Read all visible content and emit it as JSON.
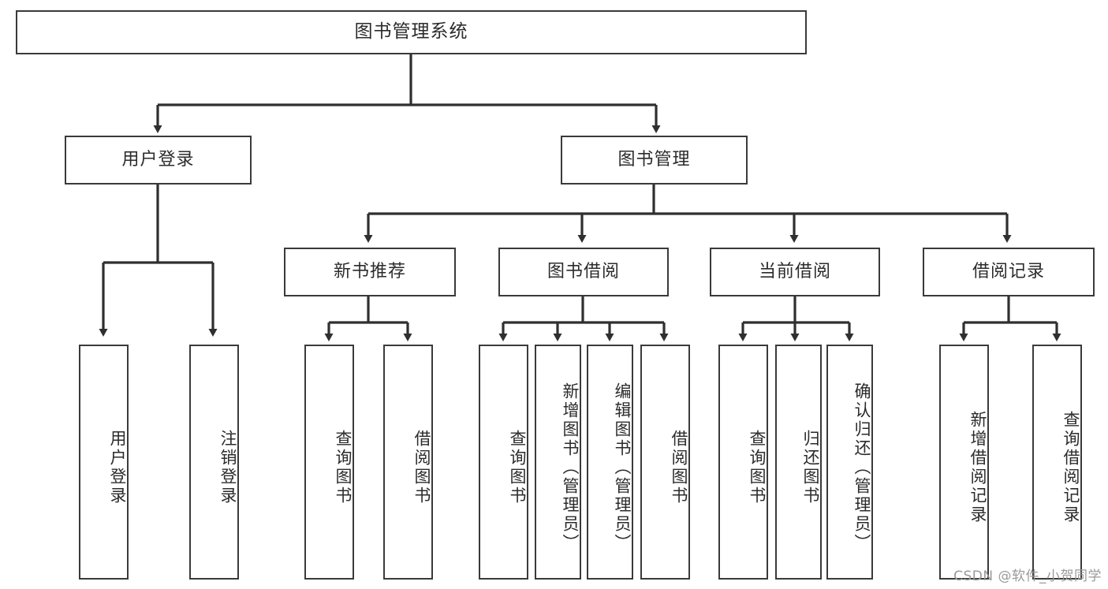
{
  "diagram": {
    "title": "图书管理系统",
    "type": "tree-hierarchy-diagram",
    "root": {
      "label": "图书管理系统"
    },
    "level1": [
      {
        "label": "用户登录"
      },
      {
        "label": "图书管理"
      }
    ],
    "level2": [
      {
        "label": "新书推荐"
      },
      {
        "label": "图书借阅"
      },
      {
        "label": "当前借阅"
      },
      {
        "label": "借阅记录"
      }
    ],
    "leaves": [
      {
        "label": "用户登录"
      },
      {
        "label": "注销登录"
      },
      {
        "label": "查询图书"
      },
      {
        "label": "借阅图书"
      },
      {
        "label": "查询图书"
      },
      {
        "label": "新增图书（管理员）"
      },
      {
        "label": "编辑图书（管理员）"
      },
      {
        "label": "借阅图书"
      },
      {
        "label": "查询图书"
      },
      {
        "label": "归还图书"
      },
      {
        "label": "确认归还（管理员）"
      },
      {
        "label": "新增借阅记录"
      },
      {
        "label": "查询借阅记录"
      }
    ]
  },
  "watermark": {
    "text": "CSDN @软件_小贺同学"
  },
  "colors": {
    "stroke": "#3a3a3a",
    "background": "#ffffff",
    "text": "#2b2b2b",
    "watermark": "#9a9a9a"
  }
}
